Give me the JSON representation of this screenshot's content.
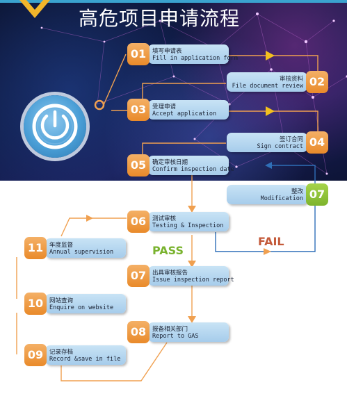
{
  "title": "高危项目申请流程",
  "steps": [
    {
      "num": "01",
      "zh": "填写申请表",
      "en": "Fill in application form"
    },
    {
      "num": "02",
      "zh": "审核资料",
      "en": "File document review"
    },
    {
      "num": "03",
      "zh": "受理申请",
      "en": "Accept application"
    },
    {
      "num": "04",
      "zh": "签订合同",
      "en": "Sign contract"
    },
    {
      "num": "05",
      "zh": "确定审核日期",
      "en": "Confirm inspection date"
    },
    {
      "num": "07",
      "zh": "整改",
      "en": "Modification"
    },
    {
      "num": "06",
      "zh": "测试审核",
      "en": "Testing & Inspection"
    },
    {
      "num": "07",
      "zh": "出具审核报告",
      "en": "Issue inspection report"
    },
    {
      "num": "08",
      "zh": "报备相关部门",
      "en": "Report to GAS"
    },
    {
      "num": "11",
      "zh": "年度监督",
      "en": "Annual supervision"
    },
    {
      "num": "10",
      "zh": "网站查询",
      "en": "Enquire on website"
    },
    {
      "num": "09",
      "zh": "记录存档",
      "en": "Record &save in file"
    }
  ],
  "pass_label": "PASS",
  "fail_label": "FAIL",
  "colors": {
    "header_bg": "#101c48",
    "pill_blue": "#b4d7ef",
    "number_orange": "#ec9436",
    "number_green": "#8cc23a",
    "connector_orange": "#f0a050",
    "connector_blue": "#2f6fb8",
    "pass_green": "#7ab32f",
    "fail_red": "#c45a3a"
  },
  "icons": [
    "power-icon",
    "chevron-icon"
  ]
}
